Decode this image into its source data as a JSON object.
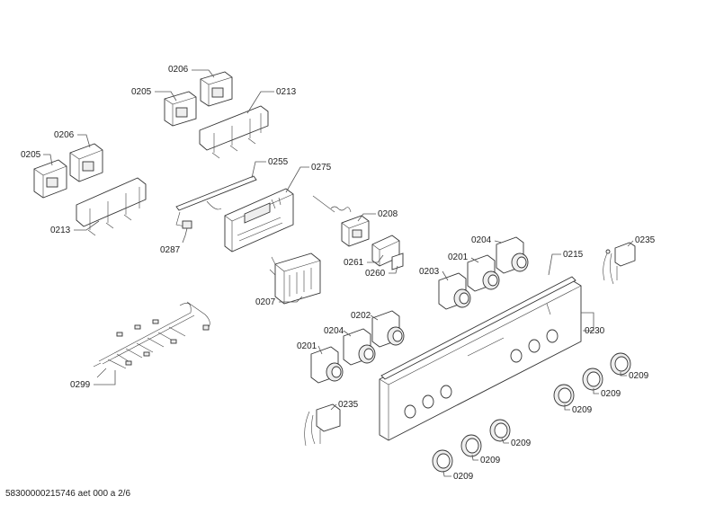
{
  "footer": "58300000215746 aet 000 a 2/6",
  "labels": {
    "l0206a": "0206",
    "l0205a": "0205",
    "l0213a": "0213",
    "l0206b": "0206",
    "l0205b": "0205",
    "l0213b": "0213",
    "l0255": "0255",
    "l0275": "0275",
    "l0287": "0287",
    "l0208": "0208",
    "l0261": "0261",
    "l0260": "0260",
    "l0207": "0207",
    "l0204a": "0204",
    "l0201a": "0201",
    "l0203": "0203",
    "l0215": "0215",
    "l0235a": "0235",
    "l0202": "0202",
    "l0204b": "0204",
    "l0201b": "0201",
    "l0230": "0230",
    "l0299": "0299",
    "l0235b": "0235",
    "l0209a": "0209",
    "l0209b": "0209",
    "l0209c": "0209",
    "l0209d": "0209",
    "l0209e": "0209",
    "l0209f": "0209"
  }
}
